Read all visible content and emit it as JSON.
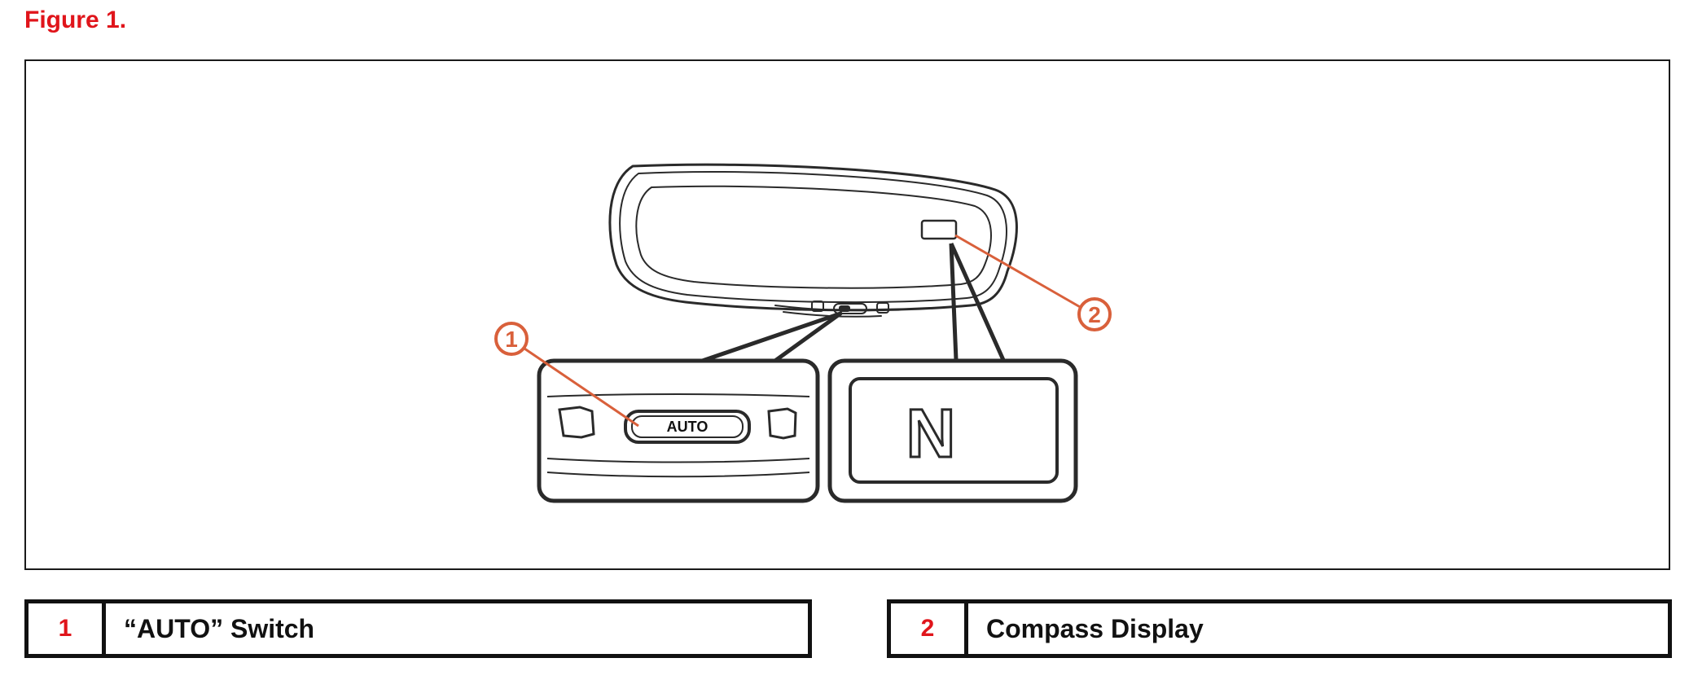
{
  "figure": {
    "title": "Figure 1."
  },
  "callouts": [
    {
      "number": "1",
      "label": "“AUTO” Switch"
    },
    {
      "number": "2",
      "label": "Compass Display"
    }
  ],
  "diagram": {
    "switch_text": "AUTO",
    "compass_letter": "N"
  },
  "colors": {
    "accent": "#e0151b",
    "callout": "#d9603b",
    "line": "#2a2a2a"
  }
}
